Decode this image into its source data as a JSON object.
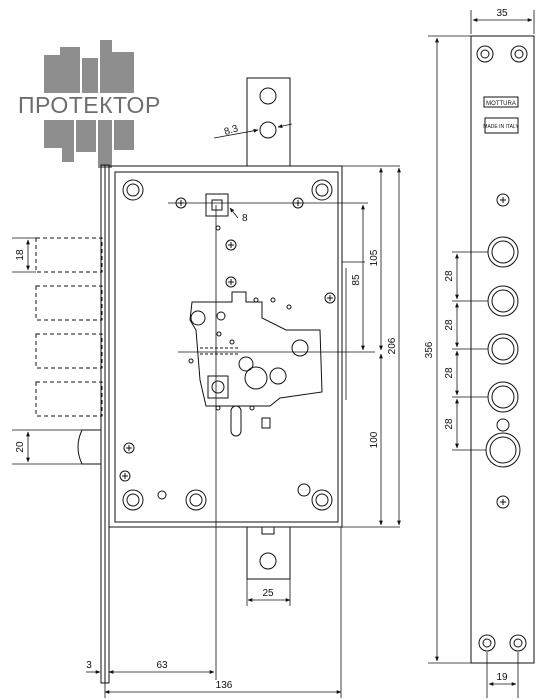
{
  "watermark": {
    "text": "ПРОТЕКТОР",
    "color": "#6d6d6d",
    "icon": "city-skyline-icon"
  },
  "brand_plate": {
    "name": "MOTTURA",
    "origin": "MADE IN ITALY"
  },
  "dimensions": {
    "strike_width": "35",
    "strike_height": "356",
    "bolt_spacing": [
      "28",
      "28",
      "28",
      "28"
    ],
    "hole_bottom": "19",
    "case_height": "206",
    "cam_upper": "105",
    "cam_upper_inner": "85",
    "cam_lower": "100",
    "backset": "63",
    "faceplate_offset": "3",
    "total_width": "136",
    "tongue_width": "25",
    "bolt_height": "18",
    "latch_height": "20",
    "pin_diameter": "8",
    "key_diameter": "8.3"
  },
  "colors": {
    "line": "#111111",
    "watermark": "#6d6d6d"
  }
}
